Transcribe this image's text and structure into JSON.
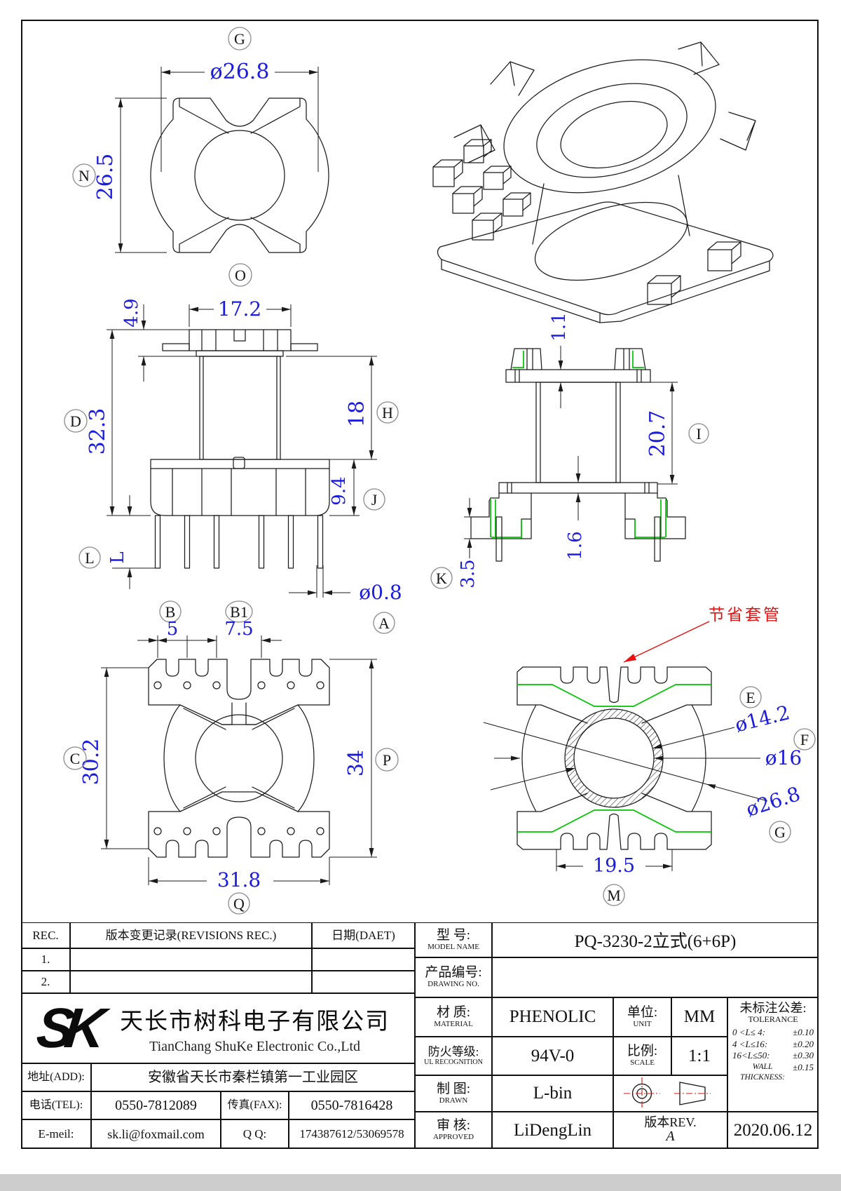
{
  "drawing": {
    "sleeve_note": "节省套管",
    "labels": {
      "A": "A",
      "B": "B",
      "B1": "B1",
      "C": "C",
      "D": "D",
      "E": "E",
      "F": "F",
      "G_top": "G",
      "G_section": "G",
      "H": "H",
      "I": "I",
      "J": "J",
      "K": "K",
      "L": "L",
      "M": "M",
      "N": "N",
      "O": "O",
      "P": "P",
      "Q": "Q"
    },
    "dims": {
      "top_dia": "ø26.8",
      "top_height": "26.5",
      "front_width": "17.2",
      "front_flange": "4.9",
      "front_total": "32.3",
      "front_winding": "18",
      "front_base": "9.4",
      "front_pin_len": "L",
      "pin_dia": "ø0.8",
      "pitch_small": "5",
      "pitch_center": "7.5",
      "bottom_inner": "30.2",
      "bottom_outer": "34",
      "bottom_width": "31.8",
      "side_top": "1.1",
      "side_height": "20.7",
      "side_base": "1.6",
      "side_standoff": "3.5",
      "sec_d1": "ø14.2",
      "sec_d2": "ø16",
      "sec_d3": "ø26.8",
      "sec_width": "19.5"
    }
  },
  "title_block": {
    "rev": {
      "col_rec": "REC.",
      "col_desc": "版本变更记录(REVISIONS REC.)",
      "col_date": "日期(DAET)",
      "rows": [
        "1.",
        "2."
      ]
    },
    "company": {
      "logo": "SK",
      "name_cn": "天长市树科电子有限公司",
      "name_en": "TianChang ShuKe Electronic Co.,Ltd"
    },
    "contact": {
      "addr_label": "地址(ADD):",
      "addr": "安徽省天长市秦栏镇第一工业园区",
      "tel_label": "电话(TEL):",
      "tel": "0550-7812089",
      "fax_label": "传真(FAX):",
      "fax": "0550-7816428",
      "email_label": "E-meil:",
      "email": "sk.li@foxmail.com",
      "qq_label": "Q Q:",
      "qq": "174387612/53069578"
    },
    "spec": {
      "model_label_cn": "型  号:",
      "model_label_en": "MODEL NAME",
      "model": "PQ-3230-2立式(6+6P)",
      "drawingno_label_cn": "产品编号:",
      "drawingno_label_en": "DRAWING NO.",
      "drawing_no": "",
      "material_label_cn": "材  质:",
      "material_label_en": "MATERIAL",
      "material": "PHENOLIC",
      "unit_label_cn": "单位:",
      "unit_label_en": "UNIT",
      "unit": "MM",
      "fire_label_cn": "防火等级:",
      "fire_label_en": "UL RECOGNITION",
      "fire": "94V-0",
      "scale_label_cn": "比例:",
      "scale_label_en": "SCALE",
      "scale": "1:1",
      "drawn_label_cn": "制  图:",
      "drawn_label_en": "DRAWN",
      "drawn": "L-bin",
      "approved_label_cn": "审  核:",
      "approved_label_en": "APPROVED",
      "approved": "LiDengLin",
      "rev_label": "版本REV.",
      "rev": "A",
      "date": "2020.06.12"
    },
    "tolerance": {
      "title_cn": "未标注公差:",
      "title_en": "TOLERANCE",
      "rows": [
        [
          "0 <L≤ 4:",
          "±0.10"
        ],
        [
          "4 <L≤16:",
          "±0.20"
        ],
        [
          "16<L≤50:",
          "±0.30"
        ],
        [
          "WALL THICKNESS:",
          "±0.15"
        ]
      ]
    }
  }
}
